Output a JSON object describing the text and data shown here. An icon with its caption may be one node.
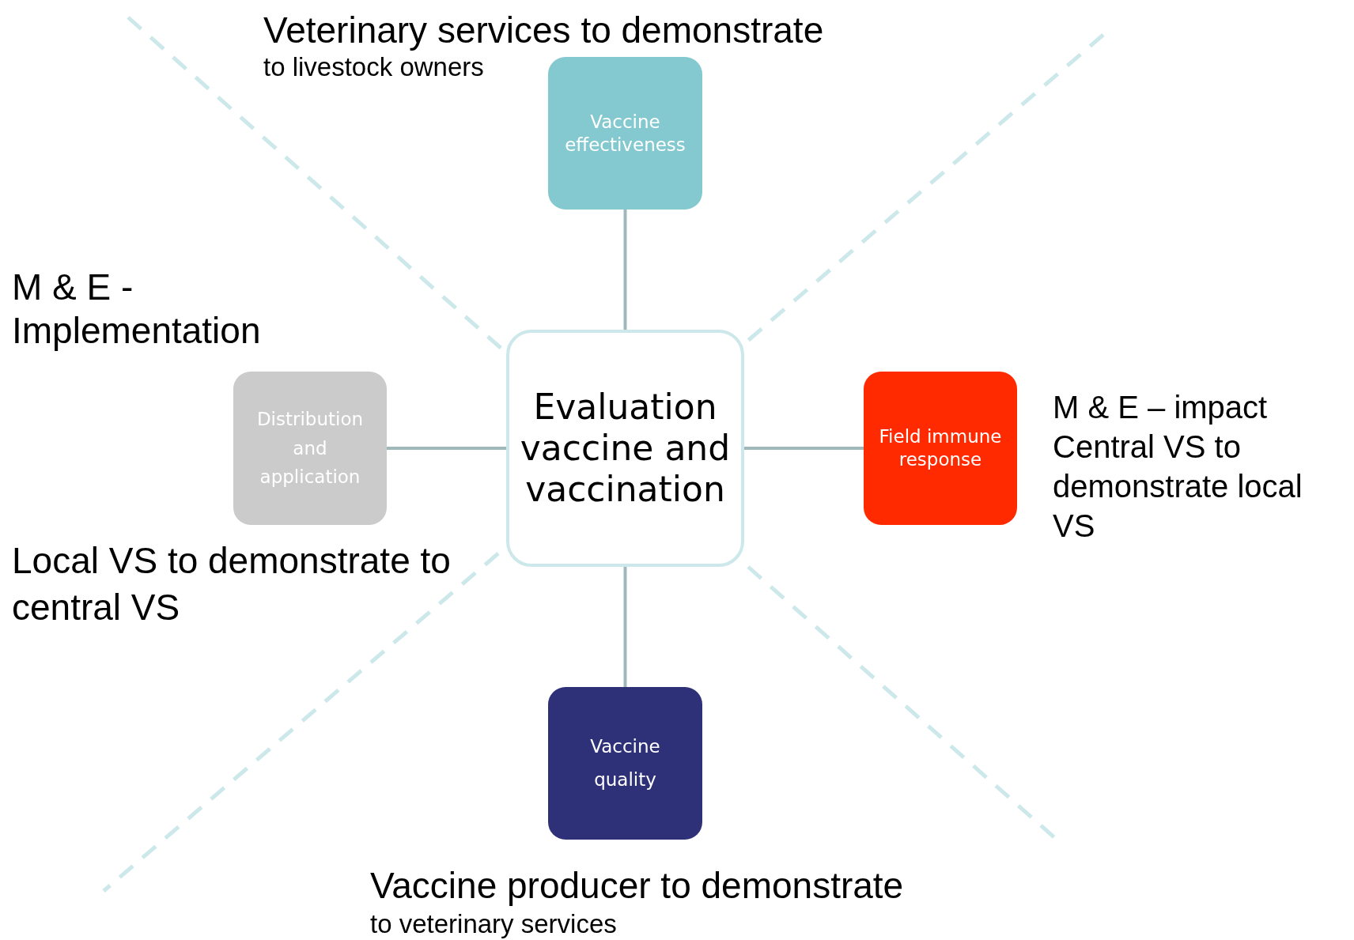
{
  "diagram": {
    "nodes": [
      {
        "text": [
          "Evaluation vaccine and vaccination"
        ]
      },
      {
        "text": [
          "Vaccine effectiveness"
        ]
      },
      {
        "text": [
          "Distribution and application"
        ]
      },
      {
        "text": [
          "Field immune response"
        ]
      },
      {
        "text": [
          "Vaccine quality"
        ]
      }
    ],
    "edges": [
      {
        "from": 1,
        "to": 0,
        "arrow": "none"
      },
      {
        "from": 2,
        "to": 0,
        "arrow": "none"
      },
      {
        "from": 0,
        "to": 3,
        "arrow": "none"
      },
      {
        "from": 0,
        "to": 4,
        "arrow": "none"
      }
    ],
    "labels": [
      "Veterinary services to demonstrate",
      "to livestock owners",
      "M & E - Implementation",
      "M & E – impact Central VS to demonstrate local VS",
      "Local VS to demonstrate to central VS",
      "Vaccine producer to demonstrate",
      "to veterinary services"
    ]
  }
}
